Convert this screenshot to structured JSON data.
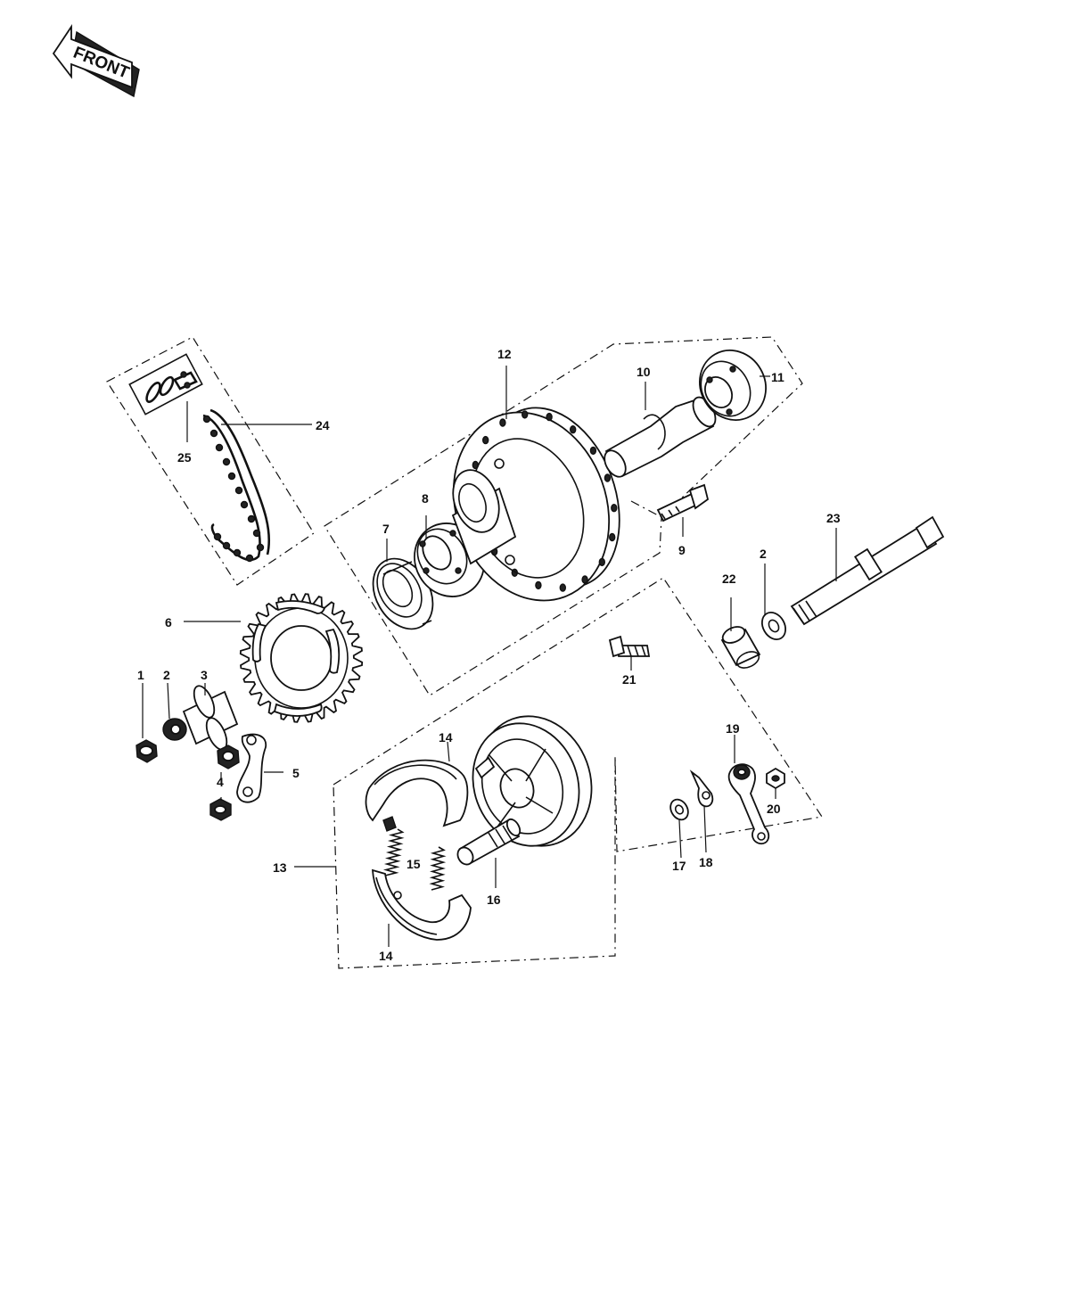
{
  "badge": {
    "front_text": "FRONT"
  },
  "labels": {
    "p1": "1",
    "p2a": "2",
    "p2b": "2",
    "p3": "3",
    "p4": "4",
    "p5": "5",
    "p6": "6",
    "p7": "7",
    "p8": "8",
    "p9": "9",
    "p10": "10",
    "p11": "11",
    "p12": "12",
    "p13": "13",
    "p14a": "14",
    "p14b": "14",
    "p15": "15",
    "p16": "16",
    "p17": "17",
    "p18": "18",
    "p19": "19",
    "p20": "20",
    "p21": "21",
    "p22": "22",
    "p23": "23",
    "p24": "24",
    "p25": "25"
  }
}
